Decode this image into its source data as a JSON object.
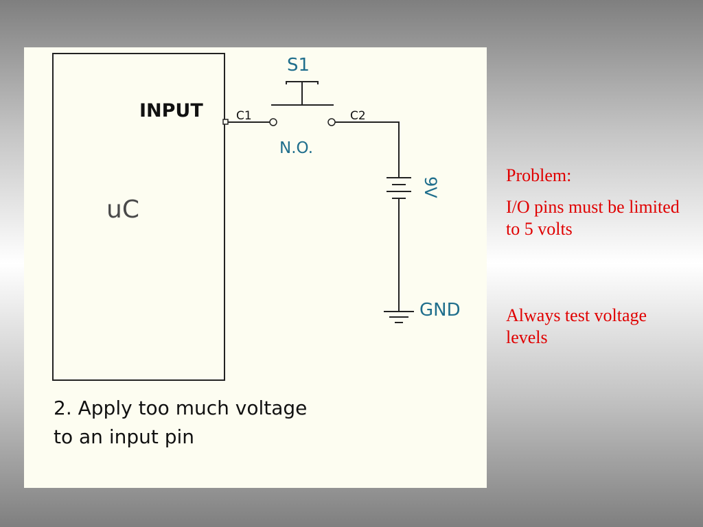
{
  "diagram": {
    "labels": {
      "input": "INPUT",
      "uc": "uC",
      "c1": "C1",
      "c2": "C2",
      "switch_name": "S1",
      "switch_type": "N.O.",
      "battery": "9V",
      "ground": "GND"
    },
    "caption": {
      "line1": "2. Apply too much voltage",
      "line2": "to an input pin"
    },
    "colors": {
      "panel_background": "#fdfdf1",
      "wire": "#222222",
      "label_black": "#111111",
      "label_blue": "#1f6e8c"
    }
  },
  "notes": {
    "heading": "Problem:",
    "problem_text": "I/O pins must be limited to 5 volts",
    "advice_text": "Always test voltage levels",
    "color": "#e00000"
  }
}
